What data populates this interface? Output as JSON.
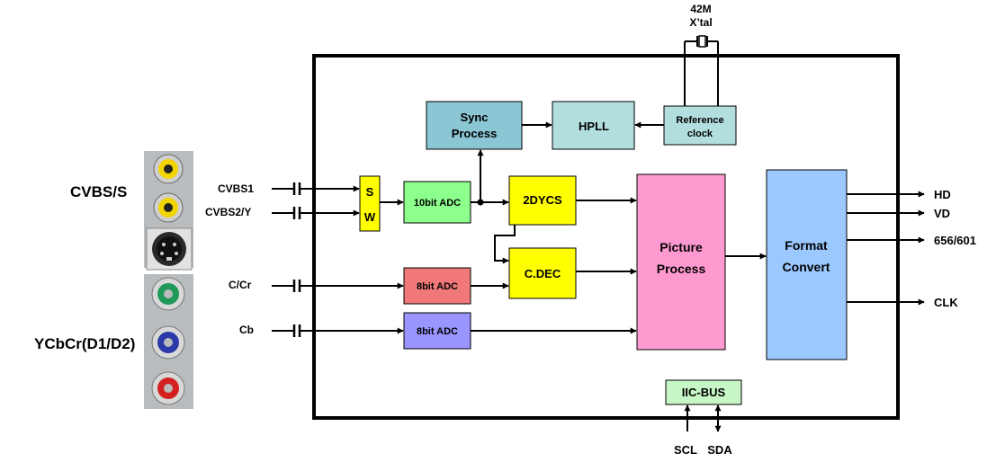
{
  "connectors": {
    "group1_label": "CVBS/S",
    "group2_label": "YCbCr(D1/D2)",
    "jack_colors": {
      "yellow": "#f2d400",
      "green": "#1f9a5a",
      "blue": "#2b3aa8",
      "red": "#d42020",
      "metal": "#c7c9cb",
      "panel": "#b9bcbf"
    }
  },
  "inputs": {
    "cvbs1": "CVBS1",
    "cvbs2": "CVBS2/Y",
    "ccr": "C/Cr",
    "cb": "Cb"
  },
  "crystal": {
    "line1": "42M",
    "line2": "X’tal"
  },
  "blocks": {
    "sync_line1": "Sync",
    "sync_line2": "Process",
    "hpll": "HPLL",
    "ref_line1": "Reference",
    "ref_line2": "clock",
    "sw_line1": "S",
    "sw_line2": "W",
    "adc10": "10bit ADC",
    "adc8a": "8bit ADC",
    "adc8b": "8bit ADC",
    "dycs": "2DYCS",
    "cdec": "C.DEC",
    "picture_line1": "Picture",
    "picture_line2": "Process",
    "format_line1": "Format",
    "format_line2": "Convert",
    "iic": "IIC-BUS"
  },
  "outputs": {
    "hd": "HD",
    "vd": "VD",
    "ccir": "656/601",
    "clk": "CLK"
  },
  "bus_signals": {
    "scl": "SCL",
    "sda": "SDA"
  },
  "colors": {
    "sync": "#8ac6d4",
    "hpll": "#b3dede",
    "refclock": "#b3dede",
    "sw": "#ffff00",
    "adc10": "#8cff8c",
    "adc8a": "#f07878",
    "adc8b": "#9a95ff",
    "dycs": "#ffff00",
    "cdec": "#ffff00",
    "picture": "#ff9ad0",
    "format": "#9ac8ff",
    "iic": "#c6f5c6"
  }
}
